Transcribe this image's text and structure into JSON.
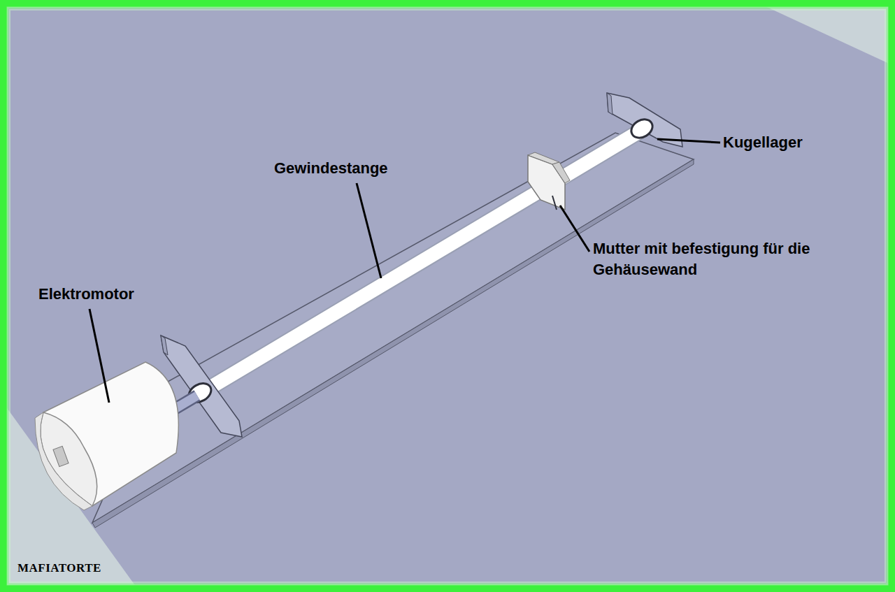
{
  "diagram": {
    "labels": [
      "Kugellager",
      "Gewindestange",
      "Mutter mit befestigung für die Gehäusewand",
      "Elektromotor",
      "MAFIATORTE"
    ]
  }
}
